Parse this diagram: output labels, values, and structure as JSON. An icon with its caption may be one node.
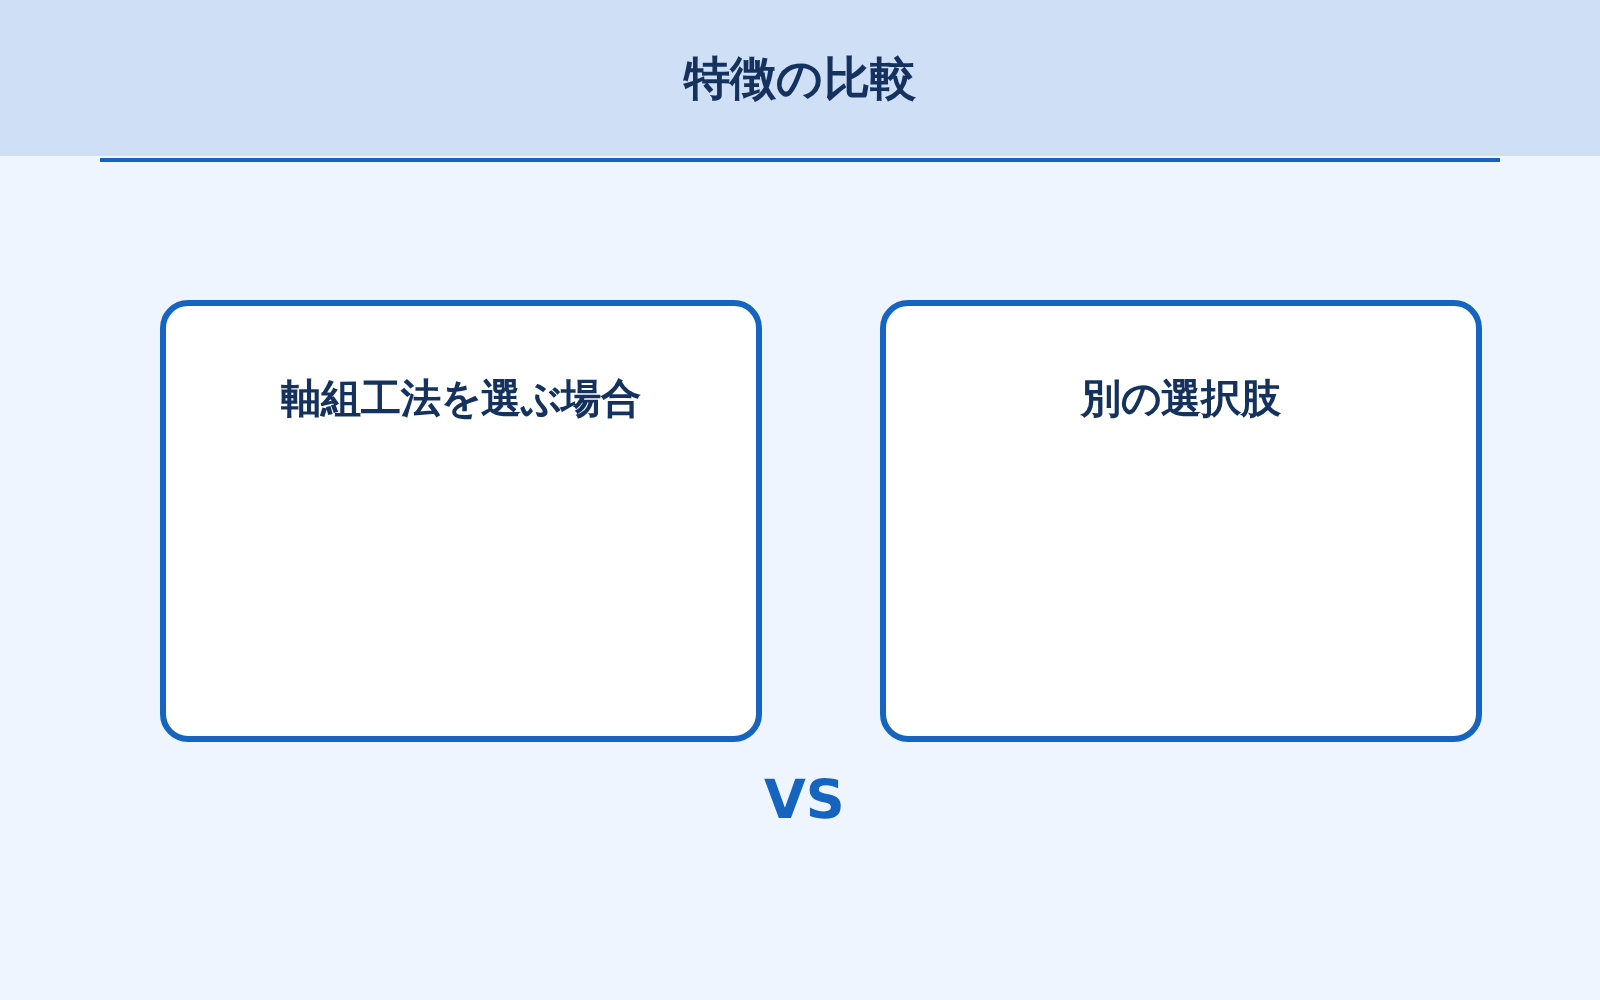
{
  "diagram": {
    "title": "特徴の比較",
    "nodes": [
      {
        "text": [
          "軸組工法を選ぶ場合"
        ]
      },
      {
        "text": [
          "別の選択肢"
        ]
      }
    ],
    "labels": [
      "VS"
    ]
  }
}
